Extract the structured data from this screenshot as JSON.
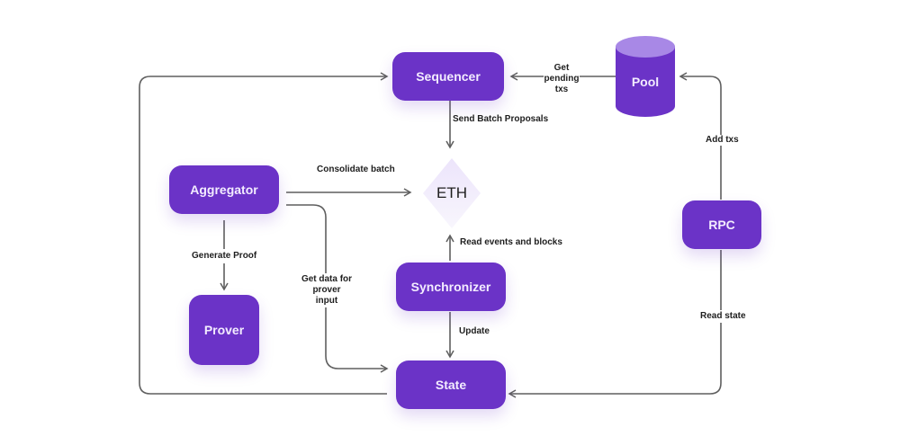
{
  "diagram": {
    "nodes": {
      "sequencer": "Sequencer",
      "pool": "Pool",
      "aggregator": "Aggregator",
      "eth": "ETH",
      "rpc": "RPC",
      "synchronizer": "Synchronizer",
      "prover": "Prover",
      "state": "State"
    },
    "edges": {
      "get_pending_txs": "Get\npending\ntxs",
      "send_batch_proposals": "Send Batch Proposals",
      "add_txs": "Add txs",
      "consolidate_batch": "Consolidate batch",
      "generate_proof": "Generate Proof",
      "get_data_for_prover_input": "Get data for\nprover input",
      "read_events_and_blocks": "Read events and blocks",
      "update": "Update",
      "read_state": "Read state"
    },
    "colors": {
      "node_fill": "#6b33c7",
      "node_text": "#f3ecff",
      "pool_top": "#a888e6",
      "eth_fill": "#efe9fa",
      "wire": "#5f5f5f"
    }
  }
}
